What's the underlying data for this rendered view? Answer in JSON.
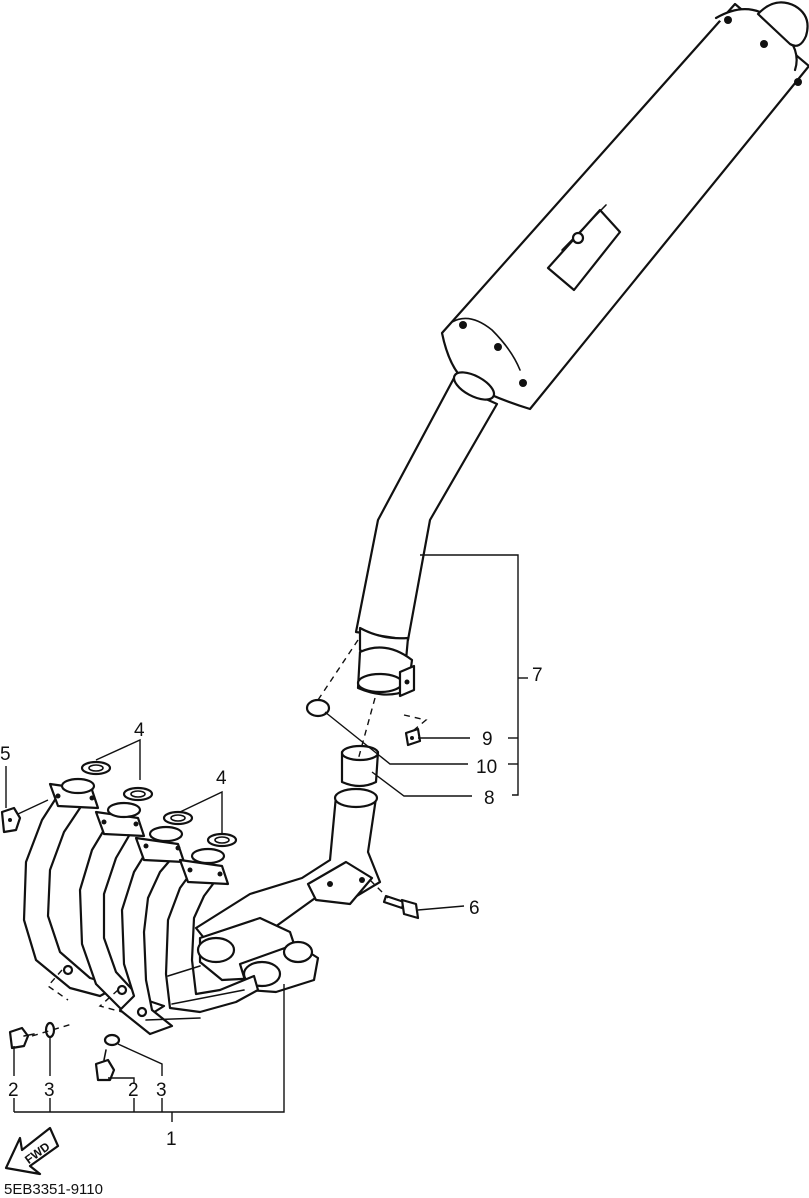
{
  "diagram": {
    "code": "5EB3351-9110",
    "fwd_label": "FWD",
    "callouts": {
      "c1": "1",
      "c2a": "2",
      "c2b": "2",
      "c3a": "3",
      "c3b": "3",
      "c4a": "4",
      "c4b": "4",
      "c5": "5",
      "c6": "6",
      "c7": "7",
      "c8": "8",
      "c9": "9",
      "c10": "10"
    }
  }
}
